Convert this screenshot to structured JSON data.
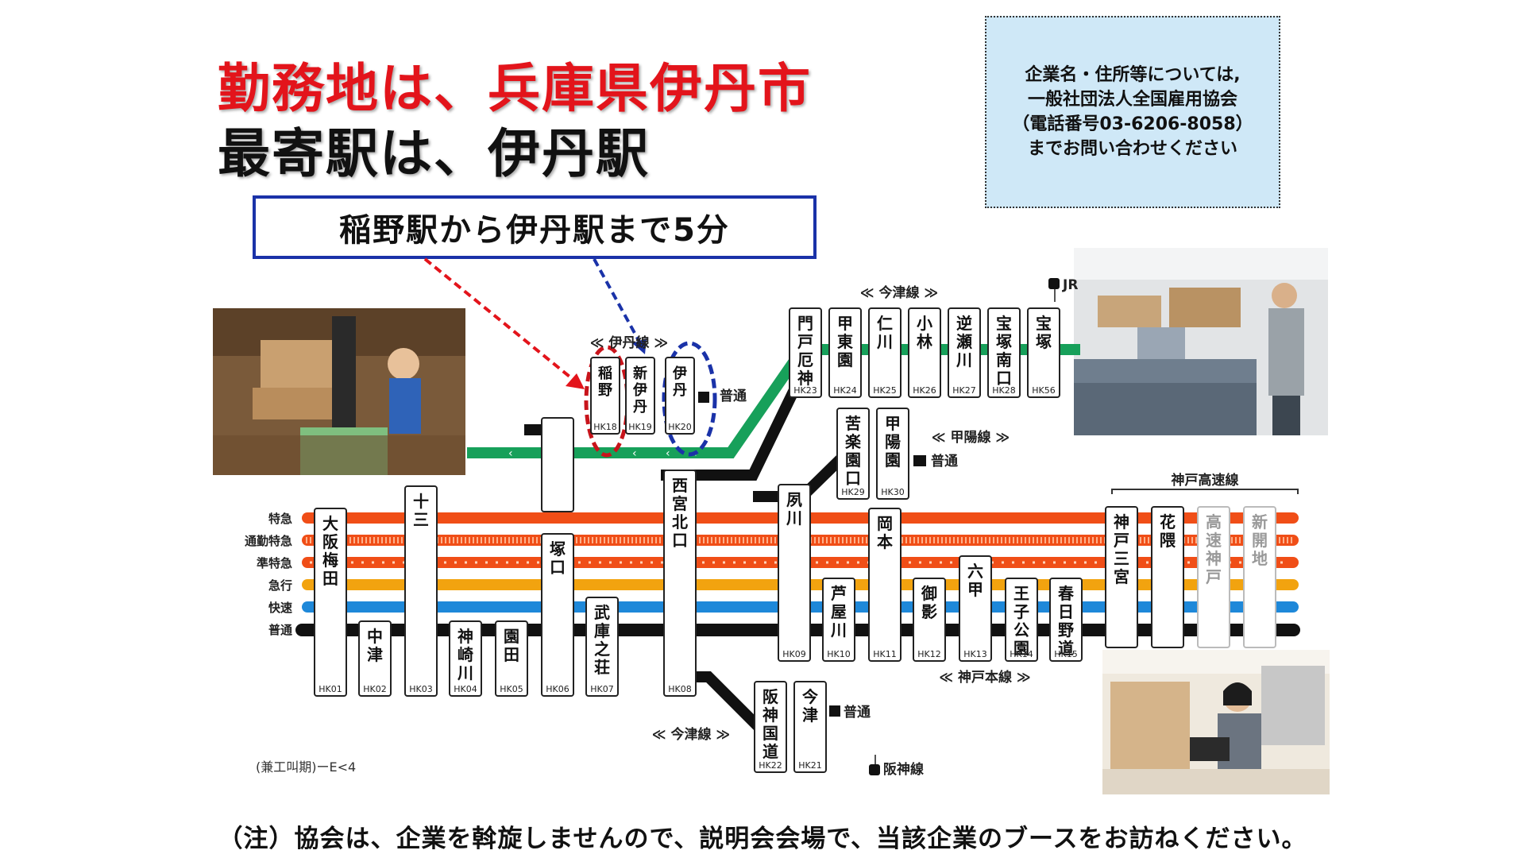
{
  "title": {
    "line1": "勤務地は、兵庫県伊丹市",
    "line2": "最寄駅は、伊丹駅"
  },
  "info_box": {
    "lines": [
      "企業名・住所等については,",
      "一般社団法人全国雇用協会",
      "（電話番号03-6206-8058）",
      "までお問い合わせください"
    ]
  },
  "callout": {
    "text": "稲野駅から伊丹駅まで5分"
  },
  "map": {
    "line_names": {
      "itami": "≪ 伊丹線 ≫",
      "imazu_north": "≪ 今津線 ≫",
      "koyo": "≪ 甲陽線 ≫",
      "kobe_main": "≪ 神戸本線 ≫",
      "imazu_south": "≪ 今津線 ≫",
      "kobe_kosoku": "神戸高速線",
      "hanshin": "阪神線",
      "jr": "JR"
    },
    "local_label": "普通",
    "service_types": [
      "特急",
      "通勤特急",
      "準特急",
      "急行",
      "快速",
      "普通"
    ],
    "colors": {
      "tokkyu": "#f04e17",
      "kyuko": "#f2a30f",
      "kaisoku": "#1e88d9",
      "futsu": "#111111",
      "itami_line": "#17a05a",
      "red_circle": "#c8141b",
      "blue_circle": "#1a32a8"
    },
    "stations": [
      {
        "name": "大阪梅田",
        "code": "HK01"
      },
      {
        "name": "中津",
        "code": "HK02"
      },
      {
        "name": "十三",
        "code": "HK03"
      },
      {
        "name": "神崎川",
        "code": "HK04"
      },
      {
        "name": "園田",
        "code": "HK05"
      },
      {
        "name": "塚口",
        "code": "HK06"
      },
      {
        "name": "武庫之荘",
        "code": "HK07"
      },
      {
        "name": "西宮北口",
        "code": "HK08"
      },
      {
        "name": "夙川",
        "code": "HK09"
      },
      {
        "name": "芦屋川",
        "code": "HK10"
      },
      {
        "name": "岡本",
        "code": "HK11"
      },
      {
        "name": "御影",
        "code": "HK12"
      },
      {
        "name": "六甲",
        "code": "HK13"
      },
      {
        "name": "王子公園",
        "code": "HK14"
      },
      {
        "name": "春日野道",
        "code": "HK15"
      },
      {
        "name": "神戸三宮",
        "code": ""
      },
      {
        "name": "花隈",
        "code": ""
      },
      {
        "name": "高速神戸",
        "code": ""
      },
      {
        "name": "新開地",
        "code": ""
      },
      {
        "name": "稲野",
        "code": "HK18"
      },
      {
        "name": "新伊丹",
        "code": "HK19"
      },
      {
        "name": "伊丹",
        "code": "HK20"
      },
      {
        "name": "門戸厄神",
        "code": "HK23"
      },
      {
        "name": "甲東園",
        "code": "HK24"
      },
      {
        "name": "仁川",
        "code": "HK25"
      },
      {
        "name": "小林",
        "code": "HK26"
      },
      {
        "name": "逆瀬川",
        "code": "HK27"
      },
      {
        "name": "宝塚南口",
        "code": "HK28"
      },
      {
        "name": "宝塚",
        "code": "HK56"
      },
      {
        "name": "苦楽園口",
        "code": "HK29"
      },
      {
        "name": "甲陽園",
        "code": "HK30"
      },
      {
        "name": "阪神国道",
        "code": "HK22"
      },
      {
        "name": "今津",
        "code": "HK21"
      }
    ]
  },
  "footnote": "(兼工叫期)ーE<4",
  "note": "（注）協会は、企業を斡旋しませんので、説明会会場で、当該企業のブースをお訪ねください。"
}
